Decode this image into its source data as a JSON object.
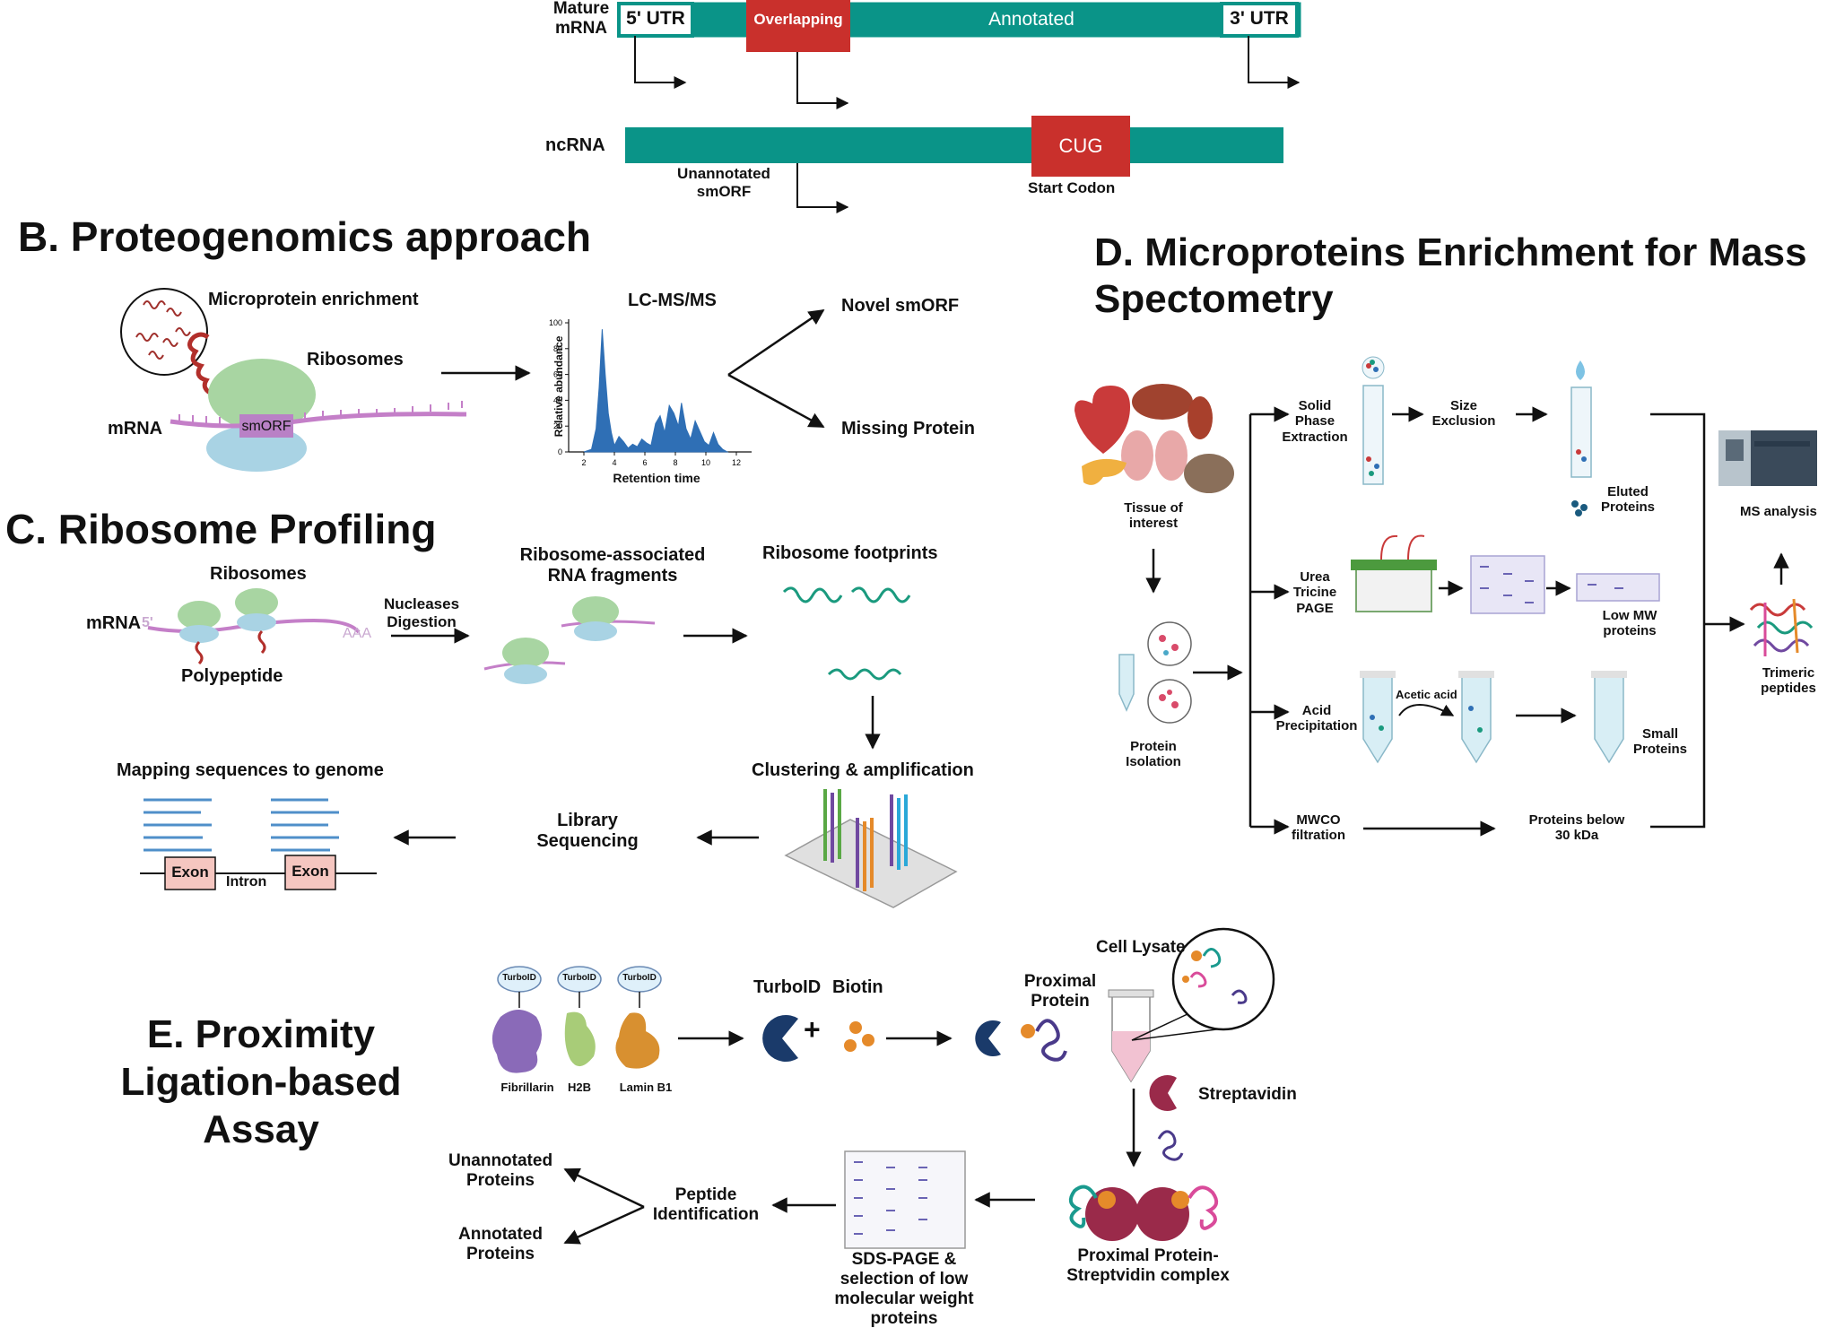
{
  "section_a": {
    "mature_mrna_label": "Mature\nmRNA",
    "utr5": "5' UTR",
    "overlapping": "Overlapping",
    "annotated": "Annotated",
    "utr3": "3' UTR",
    "ncrna_label": "ncRNA",
    "cug": "CUG",
    "unannotated_smorf": "Unannotated\nsmORF",
    "start_codon": "Start Codon"
  },
  "section_b": {
    "title": "B. Proteogenomics approach",
    "microprotein_enrichment": "Microprotein enrichment",
    "ribosomes": "Ribosomes",
    "mrna": "mRNA",
    "smorf": "smORF",
    "lcms": "LC-MS/MS",
    "ylabel": "Relative abundance",
    "xlabel": "Retention time",
    "y_ticks": [
      "0",
      "20",
      "40",
      "60",
      "80",
      "100"
    ],
    "x_ticks": [
      "2",
      "4",
      "6",
      "8",
      "10",
      "12"
    ],
    "novel_smorf": "Novel smORF",
    "missing_protein": "Missing Protein"
  },
  "section_c": {
    "title": "C. Ribosome Profiling",
    "ribosomes": "Ribosomes",
    "mrna": "mRNA",
    "five_prime": "5'",
    "aaa": "AAA",
    "polypeptide": "Polypeptide",
    "nucleases": "Nucleases\nDigestion",
    "fragments": "Ribosome-associated\nRNA fragments",
    "footprints": "Ribosome footprints",
    "clustering": "Clustering & amplification",
    "library": "Library\nSequencing",
    "mapping": "Mapping sequences to genome",
    "exon1": "Exon",
    "intron": "Intron",
    "exon2": "Exon"
  },
  "section_d": {
    "title": "D. Microproteins Enrichment for Mass Spectometry",
    "tissue": "Tissue of\ninterest",
    "protein_isolation": "Protein\nIsolation",
    "spe": "Solid\nPhase\nExtraction",
    "size_exclusion": "Size\nExclusion",
    "eluted": "Eluted\nProteins",
    "urea": "Urea\nTricine\nPAGE",
    "low_mw": "Low MW\nproteins",
    "acid": "Acid\nPrecipitation",
    "acetic": "Acetic acid",
    "small": "Small\nProteins",
    "mwco": "MWCO\nfiltration",
    "below30": "Proteins below\n30 kDa",
    "ms_analysis": "MS analysis",
    "trimeric": "Trimeric\npeptides"
  },
  "section_e": {
    "title": "E. Proximity\nLigation-based\nAssay",
    "turboid_tag": "TurboID",
    "fibrillarin": "Fibrillarin",
    "h2b": "H2B",
    "lamin": "Lamin B1",
    "turboid": "TurboID",
    "plus": "+",
    "biotin": "Biotin",
    "proximal": "Proximal\nProtein",
    "cell_lysate": "Cell Lysate",
    "streptavidin": "Streptavidin",
    "complex": "Proximal Protein-\nStreptvidin complex",
    "sds": "SDS-PAGE  &\nselection of low\nmolecular weight\nproteins",
    "peptide_id": "Peptide\nIdentification",
    "unannotated": "Unannotated\nProteins",
    "annotated": "Annotated\nProteins"
  },
  "colors": {
    "teal": "#0a9488",
    "red": "#c9302c",
    "green_ribo": "#a8d5a2",
    "blue_ribo": "#a9d3e4",
    "purple_mrna": "#c47fc8",
    "chart_blue": "#2f6fb5",
    "exon_pink": "#f5c6c0",
    "seq_blue": "#4f8fc9"
  },
  "chart_data": {
    "type": "area",
    "title": "",
    "xlabel": "Retention time",
    "ylabel": "Relative abundance",
    "xlim": [
      1,
      13
    ],
    "ylim": [
      0,
      100
    ],
    "x": [
      2.0,
      2.5,
      2.8,
      3.0,
      3.2,
      3.4,
      3.6,
      3.8,
      4.0,
      4.3,
      4.6,
      4.9,
      5.2,
      5.5,
      5.8,
      6.1,
      6.4,
      6.7,
      7.0,
      7.3,
      7.6,
      7.9,
      8.2,
      8.4,
      8.7,
      9.0,
      9.3,
      9.6,
      9.9,
      10.2,
      10.5,
      10.8,
      11.1,
      11.4
    ],
    "values": [
      0,
      2,
      18,
      50,
      95,
      60,
      30,
      15,
      5,
      12,
      8,
      3,
      6,
      4,
      10,
      7,
      5,
      22,
      28,
      15,
      36,
      30,
      20,
      38,
      18,
      10,
      24,
      16,
      8,
      5,
      15,
      6,
      2,
      0
    ]
  }
}
